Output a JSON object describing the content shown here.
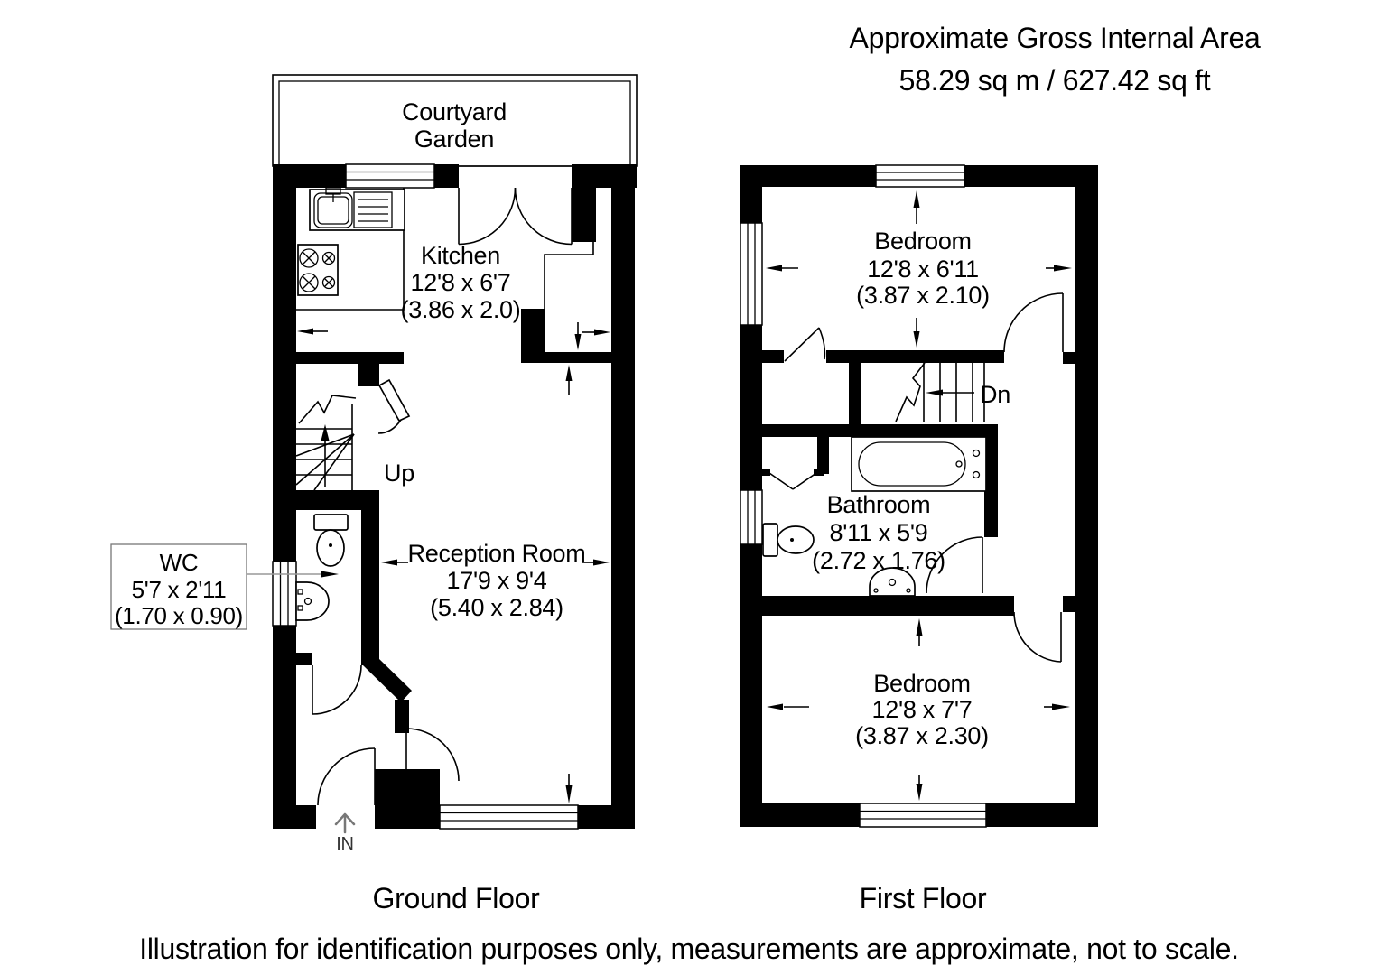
{
  "header": {
    "title": "Approximate Gross Internal Area",
    "area": "58.29 sq m / 627.42 sq ft"
  },
  "ground_floor": {
    "label": "Ground Floor",
    "courtyard": {
      "line1": "Courtyard",
      "line2": "Garden"
    },
    "kitchen": {
      "name": "Kitchen",
      "size_imperial": "12'8 x 6'7",
      "size_metric": "(3.86 x 2.0)"
    },
    "reception": {
      "name": "Reception Room",
      "size_imperial": "17'9 x 9'4",
      "size_metric": "(5.40 x 2.84)"
    },
    "wc": {
      "name": "WC",
      "size_imperial": "5'7 x 2'11",
      "size_metric": "(1.70 x 0.90)"
    },
    "stairs_label": "Up",
    "entrance_label": "IN"
  },
  "first_floor": {
    "label": "First Floor",
    "bedroom_front": {
      "name": "Bedroom",
      "size_imperial": "12'8 x 6'11",
      "size_metric": "(3.87 x 2.10)"
    },
    "bathroom": {
      "name": "Bathroom",
      "size_imperial": "8'11 x 5'9",
      "size_metric": "(2.72 x 1.76)"
    },
    "bedroom_back": {
      "name": "Bedroom",
      "size_imperial": "12'8 x 7'7",
      "size_metric": "(3.87 x 2.30)"
    },
    "stairs_label": "Dn"
  },
  "footer": {
    "disclaimer": "Illustration for identification purposes only, measurements are approximate, not to scale."
  },
  "colors": {
    "walls": "#000000",
    "background": "#ffffff",
    "leader_line": "#999999",
    "entrance_arrow": "#777777"
  }
}
